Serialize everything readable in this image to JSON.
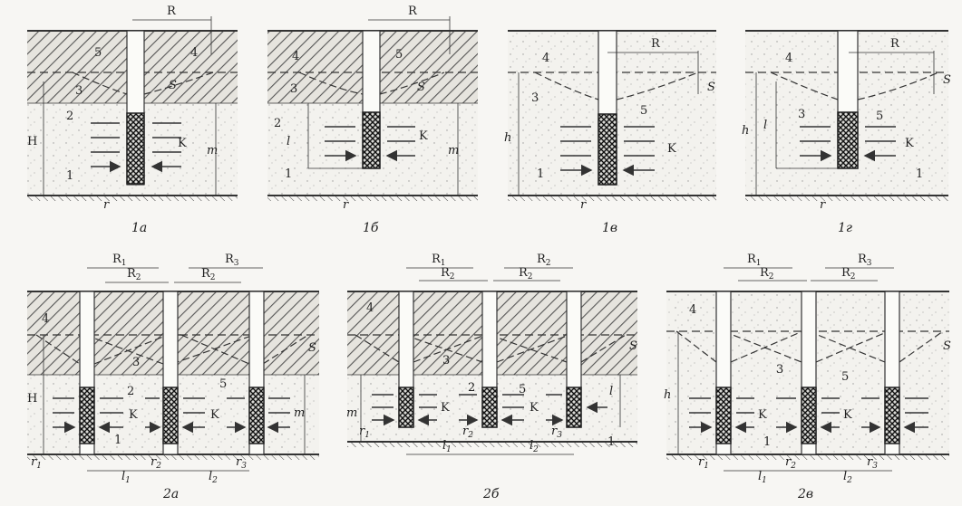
{
  "labels": {
    "R": "R",
    "R1": "R",
    "R2": "R",
    "R3": "R",
    "sub1": "1",
    "sub2": "2",
    "sub3": "3",
    "H": "H",
    "h": "h",
    "m": "m",
    "l": "l",
    "K": "K",
    "r": "r",
    "S": "S",
    "n1": "1",
    "n2": "2",
    "n3": "3",
    "n4": "4",
    "n5": "5"
  },
  "captions": [
    "1a",
    "1б",
    "1в",
    "1г",
    "2a",
    "2б",
    "2в"
  ]
}
